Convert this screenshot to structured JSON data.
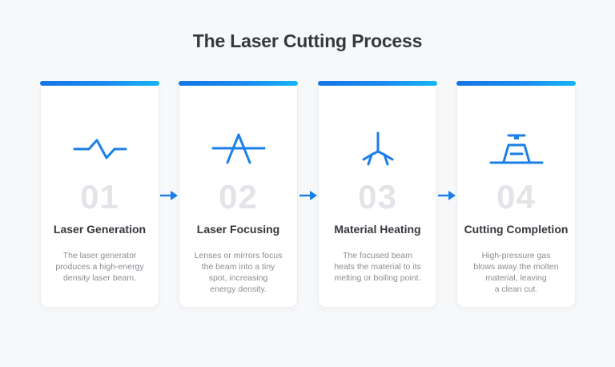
{
  "title": "The Laser Cutting Process",
  "colors": {
    "accent": "#1a7fe8",
    "accent_light": "#16b4f5",
    "number": "#e2e4e8",
    "title_text": "#35373c",
    "desc_text": "#8a8d93",
    "background": "#f7f8fa"
  },
  "steps": [
    {
      "number": "01",
      "icon": "pulse-wave-icon",
      "title": "Laser Generation",
      "description": "The laser generator\nproduces a high-energy\ndensity laser beam."
    },
    {
      "number": "02",
      "icon": "focus-lens-icon",
      "title": "Laser Focusing",
      "description": "Lenses or mirrors focus\nthe beam into a tiny\nspot, increasing\nenergy density."
    },
    {
      "number": "03",
      "icon": "heat-branch-icon",
      "title": "Material Heating",
      "description": "The focused beam\nheats the material to its\nmelting or boiling point."
    },
    {
      "number": "04",
      "icon": "cutting-nozzle-icon",
      "title": "Cutting Completion",
      "description": "High-pressure gas\nblows away the molten\nmaterial, leaving\na clean cut."
    }
  ],
  "connectors": [
    "arrow-right-icon",
    "arrow-right-icon",
    "arrow-right-icon"
  ]
}
